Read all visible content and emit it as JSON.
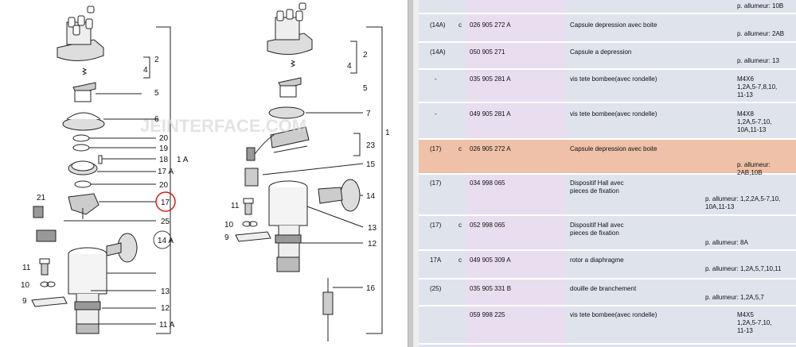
{
  "diagram": {
    "watermark": "JEINTERFACE.COM",
    "callouts_left": [
      "2",
      "4",
      "5",
      "6",
      "20",
      "19",
      "18",
      "17 A",
      "1 A",
      "20",
      "21",
      "17",
      "25",
      "14 A",
      "11",
      "10",
      "9",
      "13",
      "12",
      "11 A"
    ],
    "callouts_right": [
      "2",
      "4",
      "5",
      "7",
      "1",
      "23",
      "15",
      "14",
      "11",
      "10",
      "9",
      "13",
      "12",
      "16"
    ],
    "highlighted_callout": "17"
  },
  "parts_table": {
    "rows": [
      {
        "pos": "",
        "flag": "",
        "part_no": "",
        "desc": "",
        "remark": "p. allumeur: 10B"
      },
      {
        "pos": "(14A)",
        "flag": "c",
        "part_no": "026 905 272 A",
        "desc": "Capsule depression avec boite",
        "remark": "p. allumeur: 2AB"
      },
      {
        "pos": "(14A)",
        "flag": "",
        "part_no": "050 905 271",
        "desc": "Capsule a depression",
        "remark": "p. allumeur: 13"
      },
      {
        "pos": "-",
        "flag": "",
        "part_no": "035 905 281 A",
        "desc": "vis tete bombee(avec rondelle)",
        "remark": "M4X6\n1,2A,5-7,8,10,\n11-13"
      },
      {
        "pos": "-",
        "flag": "",
        "part_no": "049 905 281 A",
        "desc": "vis tete bombee(avec rondelle)",
        "remark": "M4X8\n1,2A,5-7,10,\n10A,11-13"
      },
      {
        "pos": "(17)",
        "flag": "c",
        "part_no": "026 905 272 A",
        "desc": "Capsule depression avec boite",
        "remark": "p. allumeur: 2AB,10B"
      },
      {
        "pos": "(17)",
        "flag": "",
        "part_no": "034 998 065",
        "desc": "Dispositif Hall avec\npieces de fixation",
        "remark": "p. allumeur:    1,2,2A,5-7,10,\n10A,11-13"
      },
      {
        "pos": "(17)",
        "flag": "c",
        "part_no": "052 998 065",
        "desc": "Dispositif Hall avec\npieces de fixation",
        "remark": "p. allumeur: 8A"
      },
      {
        "pos": "17A",
        "flag": "c",
        "part_no": "049 905 309 A",
        "desc": "rotor a diaphragme",
        "remark": "p. allumeur: 1,2A,5,7,10,11"
      },
      {
        "pos": "(25)",
        "flag": "",
        "part_no": "035 905 331 B",
        "desc": "douille de branchement",
        "remark": "p. allumeur: 1,2A,5,7"
      },
      {
        "pos": "",
        "flag": "",
        "part_no": "059 998 225",
        "desc": "vis tete bombee(avec rondelle)",
        "remark": "M4X5\n1,2A,5-7,10,\n11-13"
      }
    ]
  }
}
